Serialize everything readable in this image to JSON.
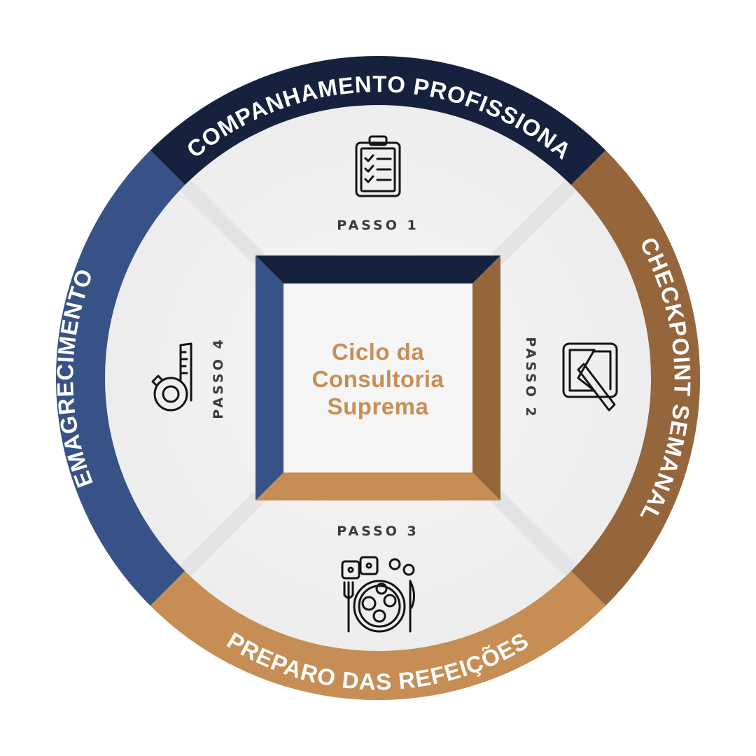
{
  "center": {
    "line1": "Ciclo da",
    "line2": "Consultoria",
    "line3": "Suprema"
  },
  "ring": {
    "top": "ACOMPANHAMENTO PROFISSIONAL",
    "right": "CHECKPOINT SEMANAL",
    "bottom": "PREPARO DAS REFEIÇÕES",
    "left": "EMAGRECIMENTO"
  },
  "steps": {
    "step1": "PASSO 1",
    "step2": "PASSO 2",
    "step3": "PASSO 3",
    "step4": "PASSO 4"
  },
  "icons": {
    "step1": "clipboard-checklist-icon",
    "step2": "checkpoint-icon",
    "step3": "meal-plate-icon",
    "step4": "measuring-tape-icon"
  },
  "colors": {
    "navy": "#15213d",
    "blue": "#375286",
    "brown": "#95653c",
    "gold": "#c68e55",
    "panel": "#f3f3f3",
    "center_text": "#c68e55"
  }
}
